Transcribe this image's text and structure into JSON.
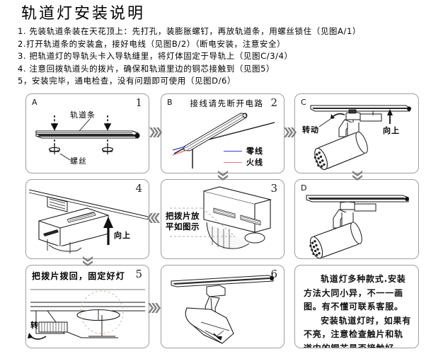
{
  "header": {
    "title": "轨道灯安装说明",
    "steps": [
      "1. 先装轨道条装在天花顶上：先打孔，装膨胀螺钉，再放轨道条，用螺丝锁住（见图A/1）",
      "2.打开轨道条的安装盒，接好电线（见图B/2）（断电安装，注意安全）",
      "3. 把轨道灯的导轨头卡入导轨缝里，将灯体固定于导轨上（见图C/3/4）",
      "4. 注意回拨轨道头的拨片，确保和轨道里边的铜芯接触到（见图5）",
      "5，安装完毕，通电检查，没有问题即可使用（见图D/6）"
    ]
  },
  "panels": {
    "a1": {
      "letter": "A",
      "number": "1",
      "label_rail": "轨道条",
      "label_screw": "螺丝"
    },
    "b2": {
      "letter": "B",
      "number": "2",
      "heading": "接线请先断开电路",
      "legend": [
        {
          "name": "零线",
          "color": "#3b3bdd"
        },
        {
          "name": "火线",
          "color": "#ef6f7e"
        }
      ]
    },
    "c3": {
      "letter": "C",
      "number": "",
      "label_rotate": "转动",
      "label_up": "向上"
    },
    "p4": {
      "letter": "",
      "number": "4",
      "label_up": "向上"
    },
    "p3": {
      "letter": "",
      "number": "3",
      "label_flat": "把拨片放\n平如图示",
      "label_flat_line1": "把拨片放",
      "label_flat_line2": "平如图示"
    },
    "d": {
      "letter": "D",
      "number": ""
    },
    "p5": {
      "letter": "",
      "number": "5",
      "heading": "把拨片拨回，固定好灯",
      "label_turn": "转"
    },
    "p6": {
      "letter": "",
      "number": "6"
    },
    "note": {
      "para1": "轨道灯多种款式.安装方法大同小异，不一一画图。有不懂可联系客服。",
      "para2": "安装轨道灯时，如果有不亮，注意检查触片和轨道内的铜芯是否接触好"
    }
  },
  "colors": {
    "panel_border": "#9aa0a6",
    "arrow": "#808080",
    "neutral_wire": "#3b3bdd",
    "live_wire": "#ef6f7e",
    "text": "#000000"
  }
}
